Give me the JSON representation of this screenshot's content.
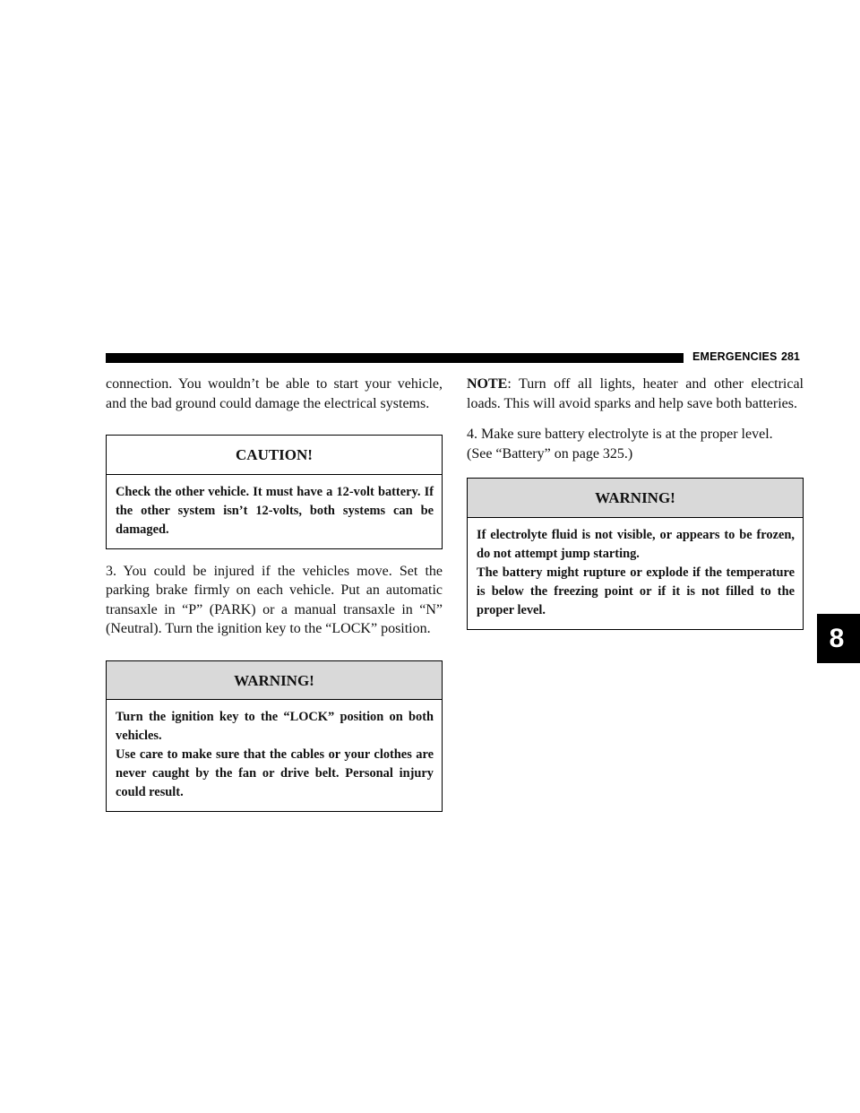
{
  "header": {
    "section": "EMERGENCIES",
    "page_number": "281"
  },
  "chapter_tab": "8",
  "left_column": {
    "intro": "connection. You wouldn’t be able to start your vehicle, and the bad ground could damage the electrical systems.",
    "caution": {
      "title": "CAUTION!",
      "body": "Check the other vehicle. It must have a 12-volt battery. If the other system isn’t 12-volts, both systems can be damaged."
    },
    "step3": "3. You could be injured if the vehicles move. Set the parking brake firmly on each vehicle. Put an automatic transaxle in “P” (PARK) or a manual transaxle in “N” (Neutral). Turn the ignition key to the “LOCK” position.",
    "warning": {
      "title": "WARNING!",
      "line1": "Turn the ignition key to the “LOCK” position on both vehicles.",
      "line2": "Use care to make sure that the cables or your clothes are never caught by the fan or drive belt. Personal injury could result."
    }
  },
  "right_column": {
    "note_label": "NOTE",
    "note_text": ": Turn off all lights, heater and other electrical loads. This will avoid sparks and help save both batteries.",
    "step4_line1": "4. Make sure battery electrolyte is at the proper level.",
    "step4_line2": "(See “Battery” on page 325.)",
    "warning": {
      "title": "WARNING!",
      "line1": "If electrolyte fluid is not visible, or appears to be frozen, do not attempt jump starting.",
      "line2": "The battery might rupture or explode if the temperature is below the freezing point or if it is not filled to the proper level."
    }
  }
}
